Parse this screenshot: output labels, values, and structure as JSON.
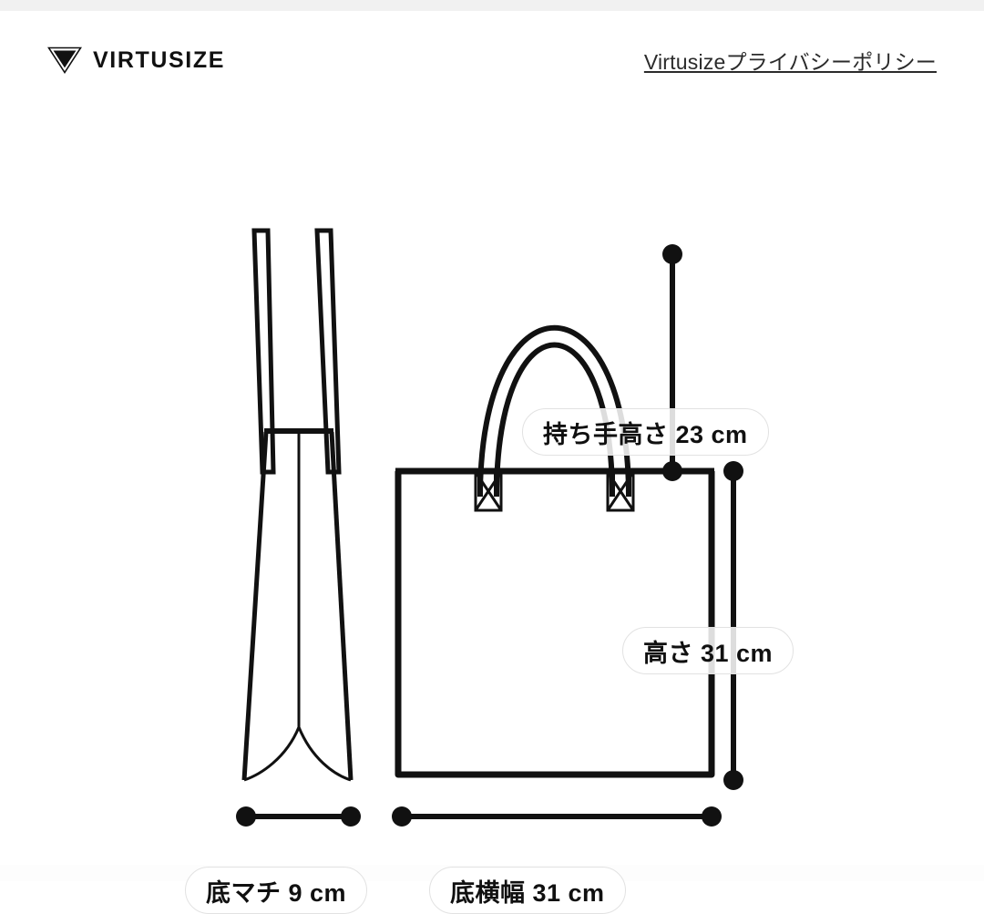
{
  "header": {
    "brand_name": "VIRTUSIZE",
    "brand_mark_icon": "chevron-v-logo-icon",
    "policy_link_label": "Virtusizeプライバシーポリシー"
  },
  "diagram": {
    "title": "tote-bag-measurement-diagram",
    "views": {
      "side_view_label": "side-view",
      "front_view_label": "front-view"
    },
    "stroke_color": "#111111",
    "background_color": "#ffffff"
  },
  "measurements": [
    {
      "id": "handle-height",
      "label": "持ち手高さ 23 cm",
      "name": "持ち手高さ",
      "value": 23,
      "unit": "cm",
      "orientation": "vertical"
    },
    {
      "id": "body-height",
      "label": "高さ 31 cm",
      "name": "高さ",
      "value": 31,
      "unit": "cm",
      "orientation": "vertical"
    },
    {
      "id": "bottom-gusset",
      "label": "底マチ 9 cm",
      "name": "底マチ",
      "value": 9,
      "unit": "cm",
      "orientation": "horizontal"
    },
    {
      "id": "bottom-width",
      "label": "底横幅 31 cm",
      "name": "底横幅",
      "value": 31,
      "unit": "cm",
      "orientation": "horizontal"
    }
  ]
}
